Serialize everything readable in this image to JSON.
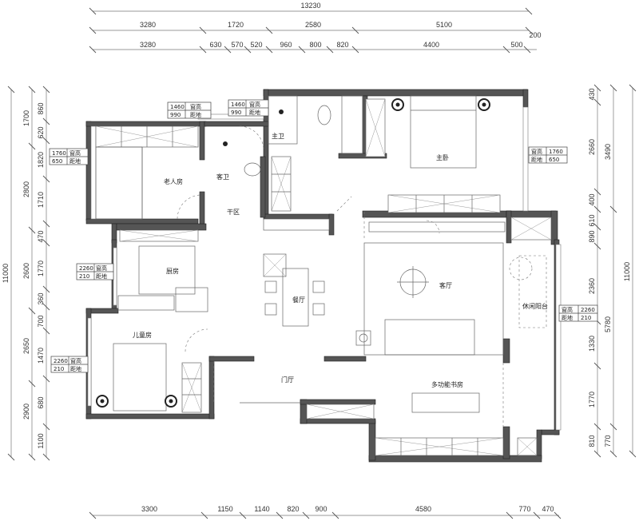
{
  "dimensions": {
    "top_total": "13230",
    "top_row1": [
      "3280",
      "1720",
      "2580",
      "5100"
    ],
    "top_row2": [
      "3280",
      "630",
      "570",
      "520",
      "960",
      "800",
      "820",
      "4400",
      "500",
      "200"
    ],
    "bottom": [
      "3300",
      "1150",
      "1140",
      "820",
      "900",
      "4580",
      "770",
      "470"
    ],
    "left_total": "11000",
    "left_outer": [
      "1700",
      "2800",
      "2600",
      "2650",
      "2900"
    ],
    "left_inner": [
      "860",
      "620",
      "1820",
      "1710",
      "470",
      "1770",
      "360",
      "700",
      "1470",
      "680",
      "1100"
    ],
    "right_total": "11000",
    "right_outer": [
      "3490",
      "5780"
    ],
    "right_inner": [
      "430",
      "2660",
      "400",
      "610",
      "890",
      "2360",
      "1330",
      "1770",
      "810",
      "770"
    ]
  },
  "rooms": {
    "master_bath": "主卫",
    "master_bedroom": "主卧",
    "elder_room": "老人房",
    "guest_bath": "客卫",
    "dry_area": "干区",
    "kitchen": "厨房",
    "dining": "餐厅",
    "living": "客厅",
    "balcony": "休闲阳台",
    "child_room": "儿童房",
    "foyer": "门厅",
    "study": "多功能书房"
  },
  "window_tags": [
    {
      "w": "1460",
      "h": "990",
      "t1": "窗高",
      "t2": "距地"
    },
    {
      "w": "1460",
      "h": "990",
      "t1": "窗高",
      "t2": "距地"
    },
    {
      "w": "1760",
      "h": "650",
      "t1": "窗高",
      "t2": "距地"
    },
    {
      "w": "1760",
      "h": "650",
      "t1": "窗高",
      "t2": "距地"
    },
    {
      "w": "2260",
      "h": "210",
      "t1": "窗高",
      "t2": "距地"
    },
    {
      "w": "2260",
      "h": "210",
      "t1": "窗高",
      "t2": "距地"
    },
    {
      "w": "2260",
      "h": "210",
      "t1": "窗高",
      "t2": "距地"
    }
  ]
}
